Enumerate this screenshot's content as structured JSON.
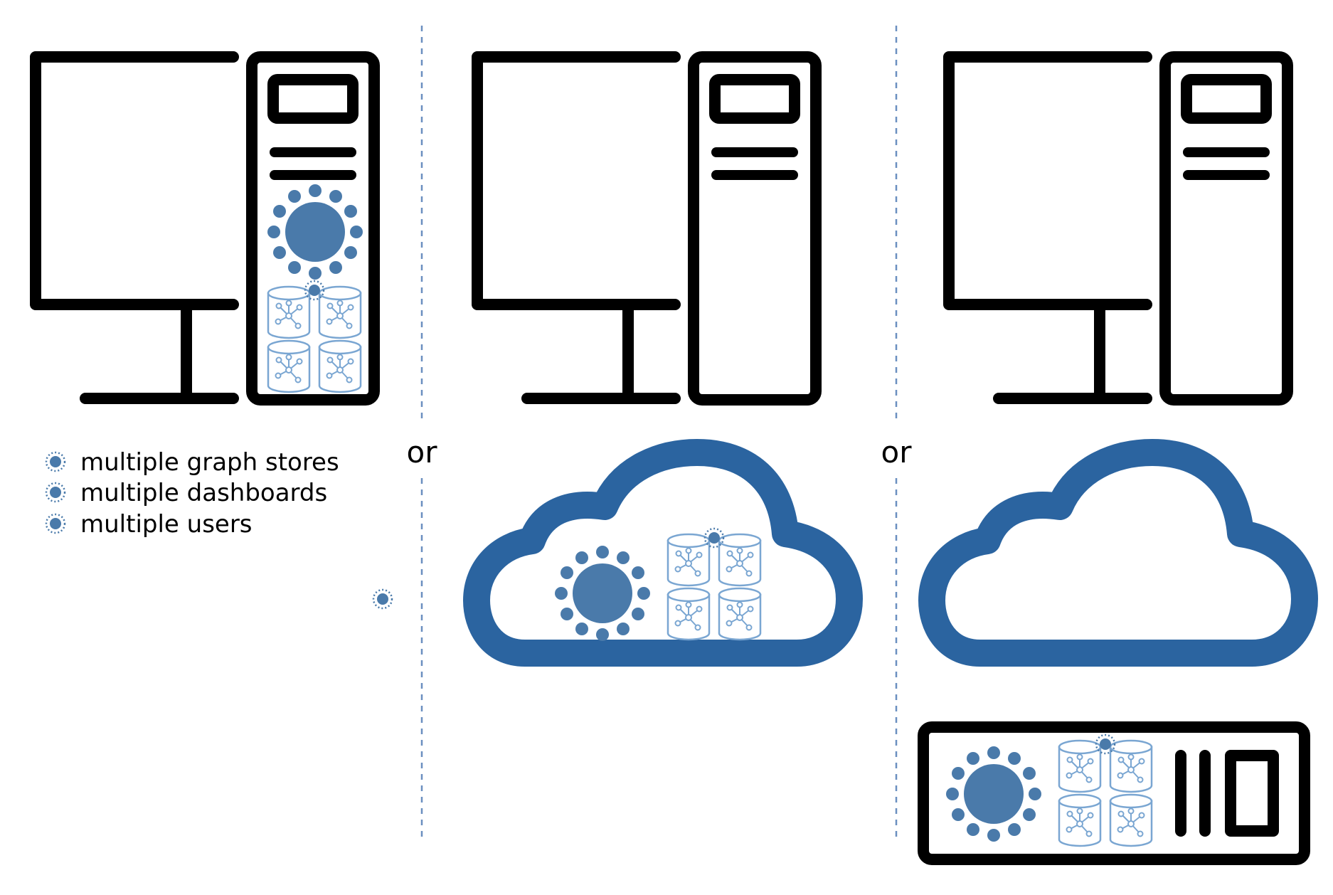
{
  "separators": {
    "left": "or",
    "right": "or"
  },
  "legend": {
    "items": [
      "multiple graph stores",
      "multiple dashboards",
      "multiple users"
    ],
    "bullet_icon": "graph-hub-icon"
  },
  "icons": {
    "computer": "desktop-computer-icon",
    "cloud": "cloud-icon",
    "server": "rack-server-icon",
    "hub": "graph-hub-icon",
    "graph_store": "graph-database-icon"
  },
  "colors": {
    "outline": "#000000",
    "accent_blue": "#4a7aaa",
    "cloud_blue": "#2b64a0",
    "store_blue": "#7aa6d2",
    "divider": "#6b8fc0"
  }
}
